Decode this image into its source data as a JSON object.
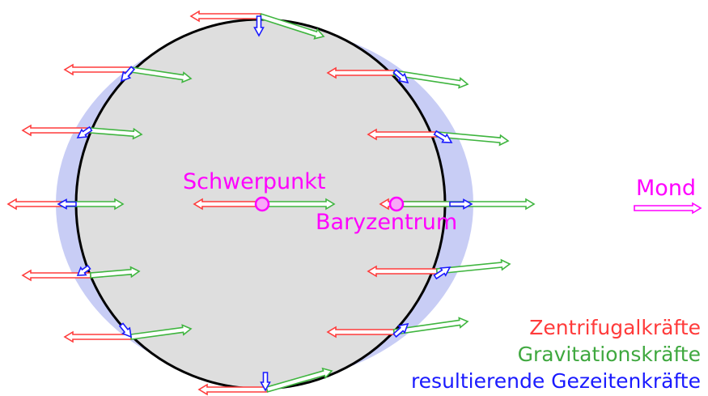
{
  "colors": {
    "centrifugal": "#ff3b3b",
    "gravitation": "#3fb53f",
    "tidal": "#1a1aff",
    "label": "#ff00ff",
    "earth_fill": "#dedede",
    "bulge": "#c8cdf5",
    "earth_stroke": "#000000"
  },
  "labels": {
    "center_of_mass": "Schwerpunkt",
    "barycenter": "Baryzentrum",
    "moon": "Mond"
  },
  "legend": {
    "centrifugal": "Zentrifugalkräfte",
    "gravitation": "Gravitationskräfte",
    "tidal": "resultierende Gezeitenkräfte"
  },
  "icons": {
    "moon_direction": "right-arrow-icon"
  }
}
